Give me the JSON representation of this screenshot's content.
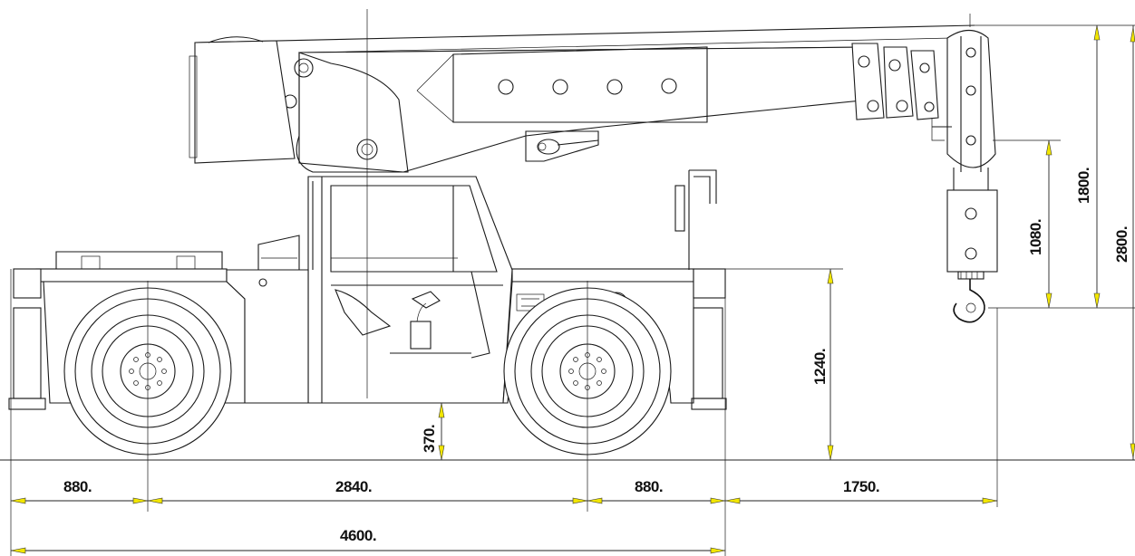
{
  "dimensions": {
    "front_overhang": "880.",
    "wheelbase": "2840.",
    "rear_overhang": "880.",
    "hook_reach": "1750.",
    "overall_length": "4600.",
    "deck_height": "1240.",
    "ground_clearance": "370.",
    "hook_drop": "1080.",
    "boom_tip_height": "1800.",
    "overall_height": "2800."
  },
  "colors": {
    "arrow_fill": "#f2e600",
    "line": "#1a1a1a"
  }
}
